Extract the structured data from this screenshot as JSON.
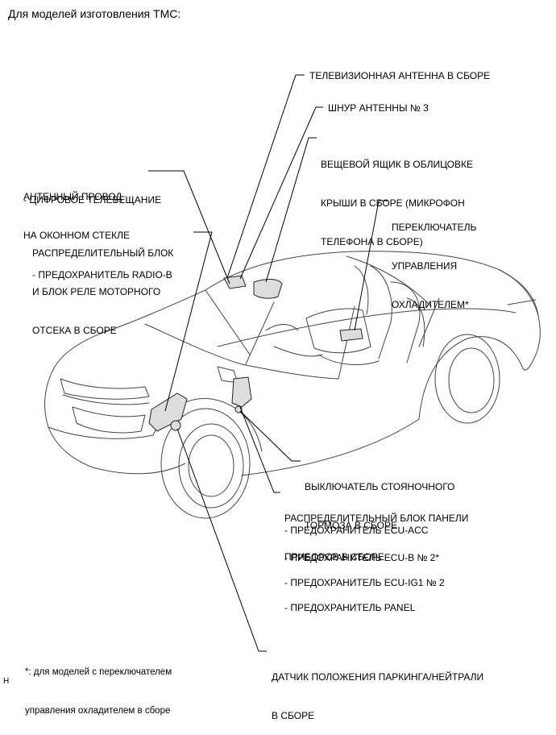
{
  "header": "Для моделей изготовления TMC:",
  "labels": {
    "tv_antenna": "ТЕЛЕВИЗИОННАЯ АНТЕННА В СБОРЕ",
    "antenna_cord": "ШНУР АНТЕННЫ № 3",
    "box": [
      "ВЕЩЕВОЙ ЯЩИК В ОБЛИЦОВКЕ",
      "КРЫШИ В СБОРЕ (МИКРОФОН",
      "ТЕЛЕФОНА В СБОРЕ)"
    ],
    "wire": [
      "АНТЕННЫЙ ПРОВОД",
      "НА ОКОННОМ СТЕКЛЕ"
    ],
    "wire_sub": "- ЦИФРОВОЕ ТЕЛЕВЕЩАНИЕ",
    "cooler_switch": [
      "ПЕРЕКЛЮЧАТЕЛЬ",
      "УПРАВЛЕНИЯ",
      "ОХЛАДИТЕЛЕМ*"
    ],
    "engine_block": [
      "РАСПРЕДЕЛИТЕЛЬНЫЙ БЛОК",
      "И БЛОК РЕЛЕ МОТОРНОГО",
      "ОТСЕКА В СБОРЕ"
    ],
    "engine_block_sub": "- ПРЕДОХРАНИТЕЛЬ RADIO-B",
    "parking_brake": [
      "ВЫКЛЮЧАТЕЛЬ СТОЯНОЧНОГО",
      "ТОРМОЗА В СБОРЕ"
    ],
    "panel_block": [
      "РАСПРЕДЕЛИТЕЛЬНЫЙ БЛОК ПАНЕЛИ",
      "ПРИБОРОВ В СБОРЕ"
    ],
    "fuses": [
      "- ПРЕДОХРАНИТЕЛЬ ECU-ACC",
      "- ПРЕДОХРАНИТЕЛЬ ECU-B № 2*",
      "- ПРЕДОХРАНИТЕЛЬ ECU-IG1 № 2",
      "- ПРЕДОХРАНИТЕЛЬ PANEL"
    ],
    "footnote": [
      "*: для моделей с переключателем",
      "управления охладителем в сборе"
    ],
    "park_neutral": [
      "ДАТЧИК ПОЛОЖЕНИЯ ПАРКИНГА/НЕЙТРАЛИ",
      "В СБОРЕ"
    ],
    "corner": "H"
  }
}
